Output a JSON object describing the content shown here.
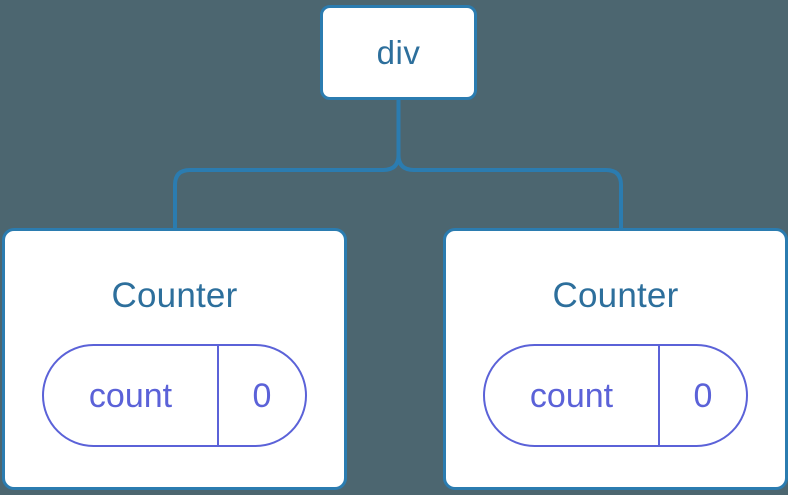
{
  "diagram": {
    "type": "component-tree",
    "background_color": "#4c6670",
    "edge_color": "#2b7cb0",
    "node_border_color": "#2b7cb0",
    "node_fill_color": "#ffffff",
    "node_text_color": "#2d6f9c",
    "state_color": "#5b62d8",
    "root": {
      "label": "div"
    },
    "children": [
      {
        "title": "Counter",
        "state": {
          "key": "count",
          "value": "0"
        }
      },
      {
        "title": "Counter",
        "state": {
          "key": "count",
          "value": "0"
        }
      }
    ]
  }
}
